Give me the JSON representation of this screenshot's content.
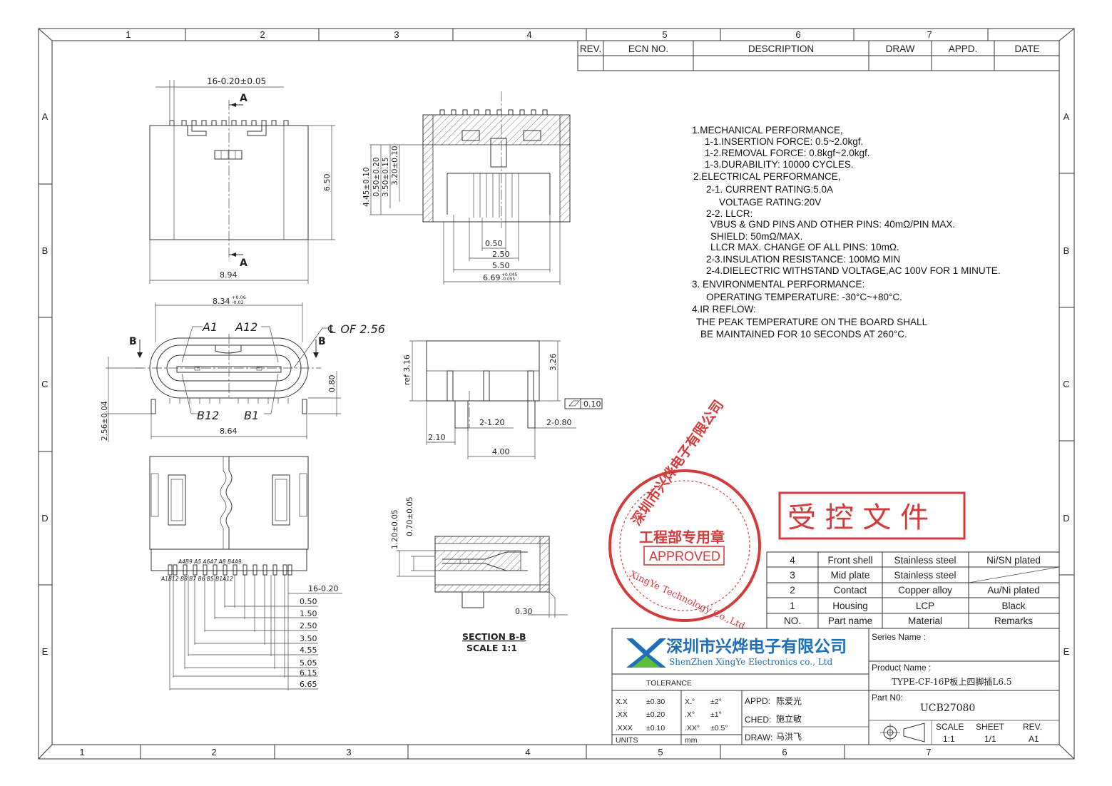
{
  "grid": {
    "cols_top": [
      "1",
      "2",
      "3",
      "4",
      "5",
      "6",
      "7"
    ],
    "cols_bottom": [
      "1",
      "2",
      "3",
      "4",
      "5",
      "6",
      "7"
    ],
    "rows": [
      "A",
      "B",
      "C",
      "D",
      "E"
    ]
  },
  "revision": {
    "headers": [
      "REV.",
      "ECN NO.",
      "DESCRIPTION",
      "DRAW",
      "APPD.",
      "DATE"
    ]
  },
  "notes": [
    "1.MECHANICAL PERFORMANCE,",
    "1-1.INSERTION FORCE: 0.5~2.0kgf.",
    "1-2.REMOVAL FORCE: 0.8kgf~2.0kgf.",
    "1-3.DURABILITY: 10000 CYCLES.",
    "2.ELECTRICAL PERFORMANCE,",
    "2-1. CURRENT RATING:5.0A",
    "VOLTAGE RATING:20V",
    "2-2. LLCR:",
    "VBUS & GND PINS AND OTHER PINS: 40mΩ/PIN MAX.",
    "SHIELD: 50mΩ/MAX.",
    "LLCR MAX. CHANGE OF ALL PINS: 10mΩ.",
    "2-3.INSULATION RESISTANCE: 100MΩ  MIN",
    "2-4.DIELECTRIC WITHSTAND VOLTAGE,AC 100V FOR 1 MINUTE.",
    "3. ENVIRONMENTAL PERFORMANCE:",
    "OPERATING TEMPERATURE: -30°C~+80°C.",
    "4.IR REFLOW:",
    "THE PEAK TEMPERATURE ON THE BOARD SHALL",
    "BE MAINTAINED FOR 10 SECONDS AT 260°C."
  ],
  "dims": {
    "top_pins": "16-0.20±0.05",
    "section_a": "A",
    "height_650": "6.50",
    "width_894": "8.94",
    "sv_445": "4.45±0.10",
    "sv_050": "0.50±0.20",
    "sv_350": "3.50±0.15",
    "sv_320": "3.20±0.10",
    "sv_w050": "0.50",
    "sv_w250": "2.50",
    "sv_w550": "5.50",
    "sv_w669": "6.69",
    "sv_w669_tol_up": "+0.045",
    "sv_w669_tol_dn": "-0.055",
    "front_834": "8.34",
    "front_834_up": "+0.06",
    "front_834_dn": "-0.02",
    "lab_a1": "A1",
    "lab_a12": "A12",
    "lab_b12": "B12",
    "lab_b1": "B1",
    "cl_note": "℄ OF 2.56",
    "section_b": "B",
    "front_080": "0.80",
    "front_256": "2.56±0.04",
    "front_864": "8.64",
    "side_ref316": "ref 3.16",
    "side_326": "3.26",
    "side_flat": "0.10",
    "side_2_120": "2-1.20",
    "side_2_080": "2-0.80",
    "side_210": "2.10",
    "side_400": "4.00",
    "bb_120": "1.20±0.05",
    "bb_070": "0.70±0.05",
    "bb_030": "0.30",
    "section_title": "SECTION B-B",
    "section_scale": "SCALE 1:1",
    "pins_top": "A4B9  A5  A6A7  A8  B4A9",
    "pins_bottom": "A1B12  B8  B7   B6  B5  B1A12",
    "pitch_labels": [
      "16-0.20",
      "0.50",
      "1.50",
      "2.50",
      "3.50",
      "4.55",
      "5.05",
      "6.15",
      "6.65"
    ]
  },
  "stamp": {
    "ring_text": "深圳市兴烨电子有限公司",
    "dept": "工程部专用章",
    "approved": "APPROVED",
    "ring_en": "XingYe Technology Co.,Ltd"
  },
  "controlled": "受  控  文  件",
  "bom": {
    "rows": [
      {
        "no": "4",
        "name": "Front shell",
        "material": "Stainless steel",
        "remarks": "Ni/SN plated"
      },
      {
        "no": "3",
        "name": "Mid plate",
        "material": "Stainless steel",
        "remarks": ""
      },
      {
        "no": "2",
        "name": "Contact",
        "material": "Copper alloy",
        "remarks": "Au/Ni plated"
      },
      {
        "no": "1",
        "name": "Housing",
        "material": "LCP",
        "remarks": "Black"
      }
    ],
    "header": {
      "no": "NO.",
      "name": "Part name",
      "material": "Material",
      "remarks": "Remarks"
    }
  },
  "title_block": {
    "company_cn": "深圳市兴烨电子有限公司",
    "company_en": "ShenZhen XingYe Electronics co., Ltd",
    "series_label": "Series Name :",
    "product_label": "Product Name :",
    "product_name": "TYPE-CF-16P板上四脚插L6.5",
    "part_label": "Part N0:",
    "part_no": "UCB27080",
    "tolerance": "TOLERANCE",
    "tol_rows": [
      [
        "X.X",
        "±0.30",
        "X.°",
        "±2°"
      ],
      [
        ".XX",
        "±0.20",
        ".X°",
        "±1°"
      ],
      [
        ".XXX",
        "±0.10",
        ".XX°",
        "±0.5°"
      ]
    ],
    "units_label": "UNITS",
    "units": "mm",
    "appd_label": "APPD:",
    "appd": "陈爱光",
    "ched_label": "CHED:",
    "ched": "施立敏",
    "draw_label": "DRAW:",
    "draw": "马洪飞",
    "scale_label": "SCALE",
    "scale": "1:1",
    "sheet_label": "SHEET",
    "sheet": "1/1",
    "rev_label": "REV.",
    "rev": "A1"
  },
  "colors": {
    "stamp_red": "#d43c3c",
    "logo_blue": "#1e6fb8",
    "logo_green": "#5bbf3a"
  }
}
